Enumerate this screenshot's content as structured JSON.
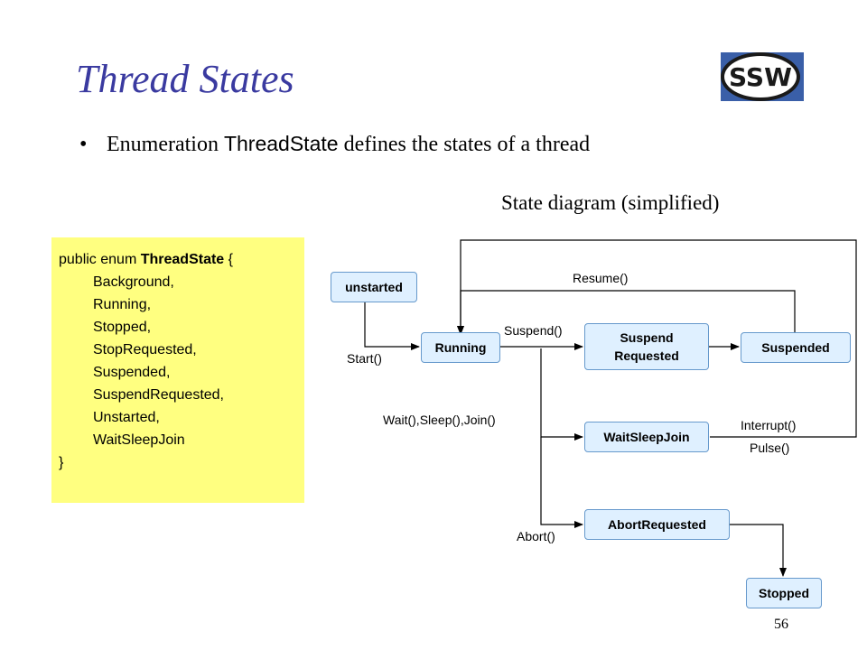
{
  "slide": {
    "title": "Thread States",
    "bullet_prefix": "Enumeration ",
    "bullet_code": "ThreadState",
    "bullet_suffix": " defines the states of a  thread",
    "diagram_caption": "State diagram (simplified)",
    "page_number": "56"
  },
  "logo": {
    "text": "SSW",
    "icon": "ssw-logo-icon"
  },
  "code": {
    "header_prefix": "public enum ",
    "header_name": "ThreadState",
    "header_suffix": " {",
    "members": [
      "Background,",
      "Running,",
      "Stopped,",
      "StopRequested,",
      "Suspended,",
      "SuspendRequested,",
      "Unstarted,",
      "WaitSleepJoin"
    ],
    "closing": "}"
  },
  "diagram": {
    "nodes": {
      "unstarted": "unstarted",
      "running": "Running",
      "suspend_requested_1": "Suspend",
      "suspend_requested_2": "Requested",
      "suspended": "Suspended",
      "waitsleepjoin": "WaitSleepJoin",
      "abortrequested": "AbortRequested",
      "stopped": "Stopped"
    },
    "edges": {
      "start": "Start()",
      "suspend": "Suspend()",
      "resume": "Resume()",
      "wait": "Wait(),Sleep(),Join()",
      "interrupt": "Interrupt()",
      "pulse": "Pulse()",
      "abort": "Abort()"
    }
  },
  "colors": {
    "title": "#3a3aa0",
    "code_background": "#ffff80",
    "node_fill": "#dff0ff",
    "node_border": "#6699cc"
  }
}
